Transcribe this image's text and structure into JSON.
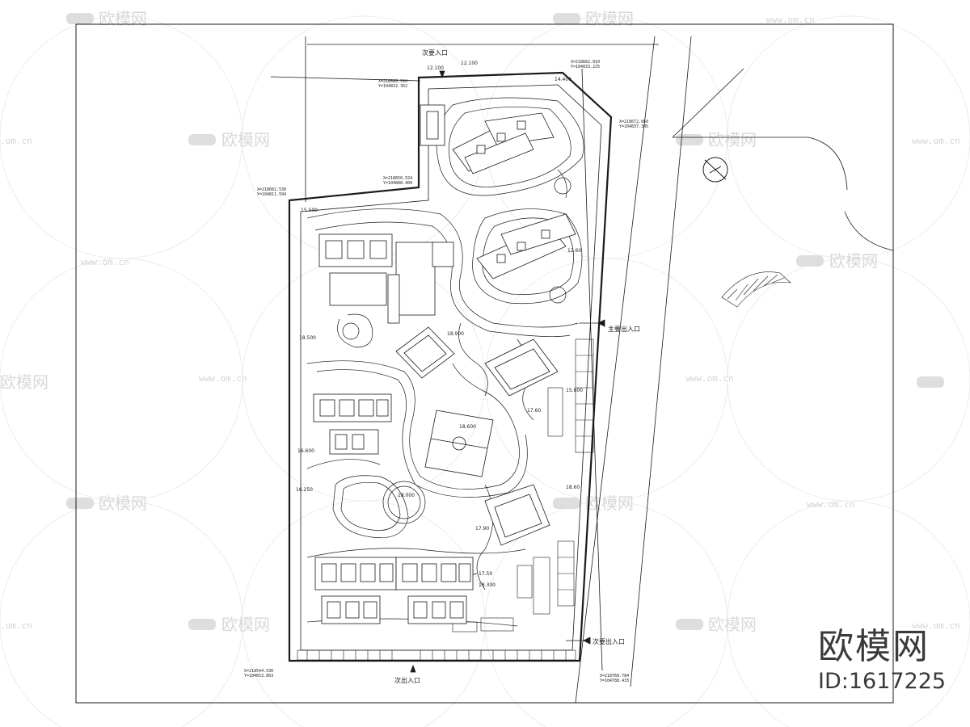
{
  "watermark": {
    "brand_text": "欧模网",
    "url_text": "www.om.cn",
    "url_short": ".om.cn"
  },
  "brand_block": {
    "title": "欧模网",
    "id_label": "ID:1617225"
  },
  "entrances": {
    "north": "次要入口",
    "east": "主要出入口",
    "southeast": "次要出入口",
    "south": "次出入口"
  },
  "coordinates": [
    {
      "x": "X=218682.010",
      "y": "Y=104833.225"
    },
    {
      "x": "X=218688.510",
      "y": "Y=104832.352"
    },
    {
      "x": "X=218672.660",
      "y": "Y=104837.345"
    },
    {
      "x": "X=218650.524",
      "y": "Y=104808.409"
    },
    {
      "x": "X=218682.530",
      "y": "Y=104811.594"
    },
    {
      "x": "X=218544.530",
      "y": "Y=104653.803"
    },
    {
      "x": "X=218768.784",
      "y": "Y=104788.433"
    }
  ],
  "elevations": [
    "12.100",
    "12.100",
    "14.400",
    "15.500",
    "18.500",
    "18.600",
    "17.90",
    "17.50",
    "18.300",
    "16.600",
    "18.900",
    "15.800",
    "18.000",
    "16.250",
    "17.60",
    "18.60",
    "12.60"
  ],
  "colors": {
    "line": "#1a1a1a",
    "watermark": "#d9d9d9",
    "brand": "#3a3a3a",
    "background": "#ffffff"
  }
}
